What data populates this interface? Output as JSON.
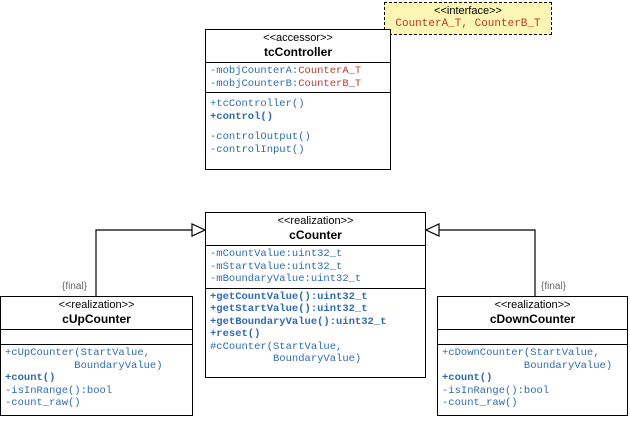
{
  "interface_note": {
    "stereotype": "<<interface>>",
    "params": "CounterA_T, CounterB_T"
  },
  "tcController": {
    "stereotype": "<<accessor>>",
    "name": "tcController",
    "attr1_prefix": "-mobjCounterA:",
    "attr1_type": "CounterA_T",
    "attr2_prefix": "-mobjCounterB:",
    "attr2_type": "CounterB_T",
    "op1": "+tcController()",
    "op2": "+control()",
    "op3": "-controlOutput()",
    "op4": "-controlInput()"
  },
  "cCounter": {
    "stereotype": "<<realization>>",
    "name": "cCounter",
    "attrs": [
      "-mCountValue:uint32_t",
      "-mStartValue:uint32_t",
      "-mBoundaryValue:uint32_t"
    ],
    "ops_bold": [
      "+getCountValue():uint32_t",
      "+getStartValue():uint32_t",
      "+getBoundaryValue():uint32_t",
      "+reset()"
    ],
    "ops": [
      "#cCounter(StartValue,",
      "          BoundaryValue)"
    ]
  },
  "cUpCounter": {
    "final": "{final}",
    "stereotype": "<<realization>>",
    "name": "cUpCounter",
    "ops": [
      "+cUpCounter(StartValue,",
      "           BoundaryValue)"
    ],
    "op_bold": "+count()",
    "ops2": [
      "-isInRange():bool",
      "-count_raw()"
    ]
  },
  "cDownCounter": {
    "final": "{final}",
    "stereotype": "<<realization>>",
    "name": "cDownCounter",
    "ops": [
      "+cDownCounter(StartValue,",
      "             BoundaryValue)"
    ],
    "op_bold": "+count()",
    "ops2": [
      "-isInRange():bool",
      "-count_raw()"
    ]
  }
}
